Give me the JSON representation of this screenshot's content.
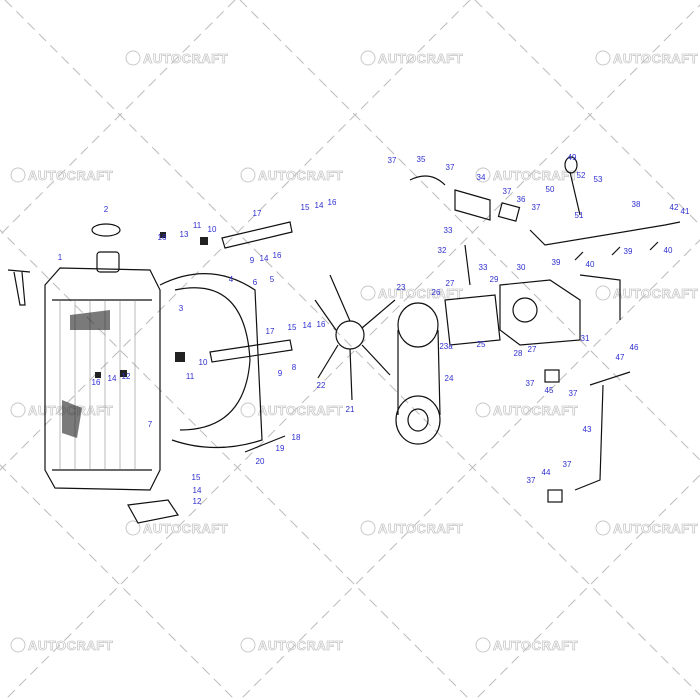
{
  "watermark": {
    "text": "AUTOCRAFT",
    "color": "#c8c8c8"
  },
  "label_color": "#2f2fd0",
  "callouts": [
    "1",
    "2",
    "16",
    "13",
    "11",
    "10",
    "17",
    "15",
    "14",
    "16",
    "9",
    "14",
    "16",
    "4",
    "6",
    "5",
    "3",
    "17",
    "15",
    "14",
    "16",
    "9",
    "8",
    "22",
    "10",
    "11",
    "16",
    "14",
    "12",
    "7",
    "21",
    "18",
    "19",
    "20",
    "15",
    "14",
    "12",
    "37",
    "35",
    "37",
    "34",
    "37",
    "36",
    "37",
    "49",
    "52",
    "53",
    "50",
    "51",
    "38",
    "42",
    "41",
    "33",
    "32",
    "33",
    "30",
    "39",
    "40",
    "39",
    "40",
    "23",
    "27",
    "26",
    "29",
    "23a",
    "25",
    "28",
    "27",
    "31",
    "24",
    "37",
    "45",
    "37",
    "46",
    "47",
    "43",
    "37",
    "44",
    "37"
  ]
}
